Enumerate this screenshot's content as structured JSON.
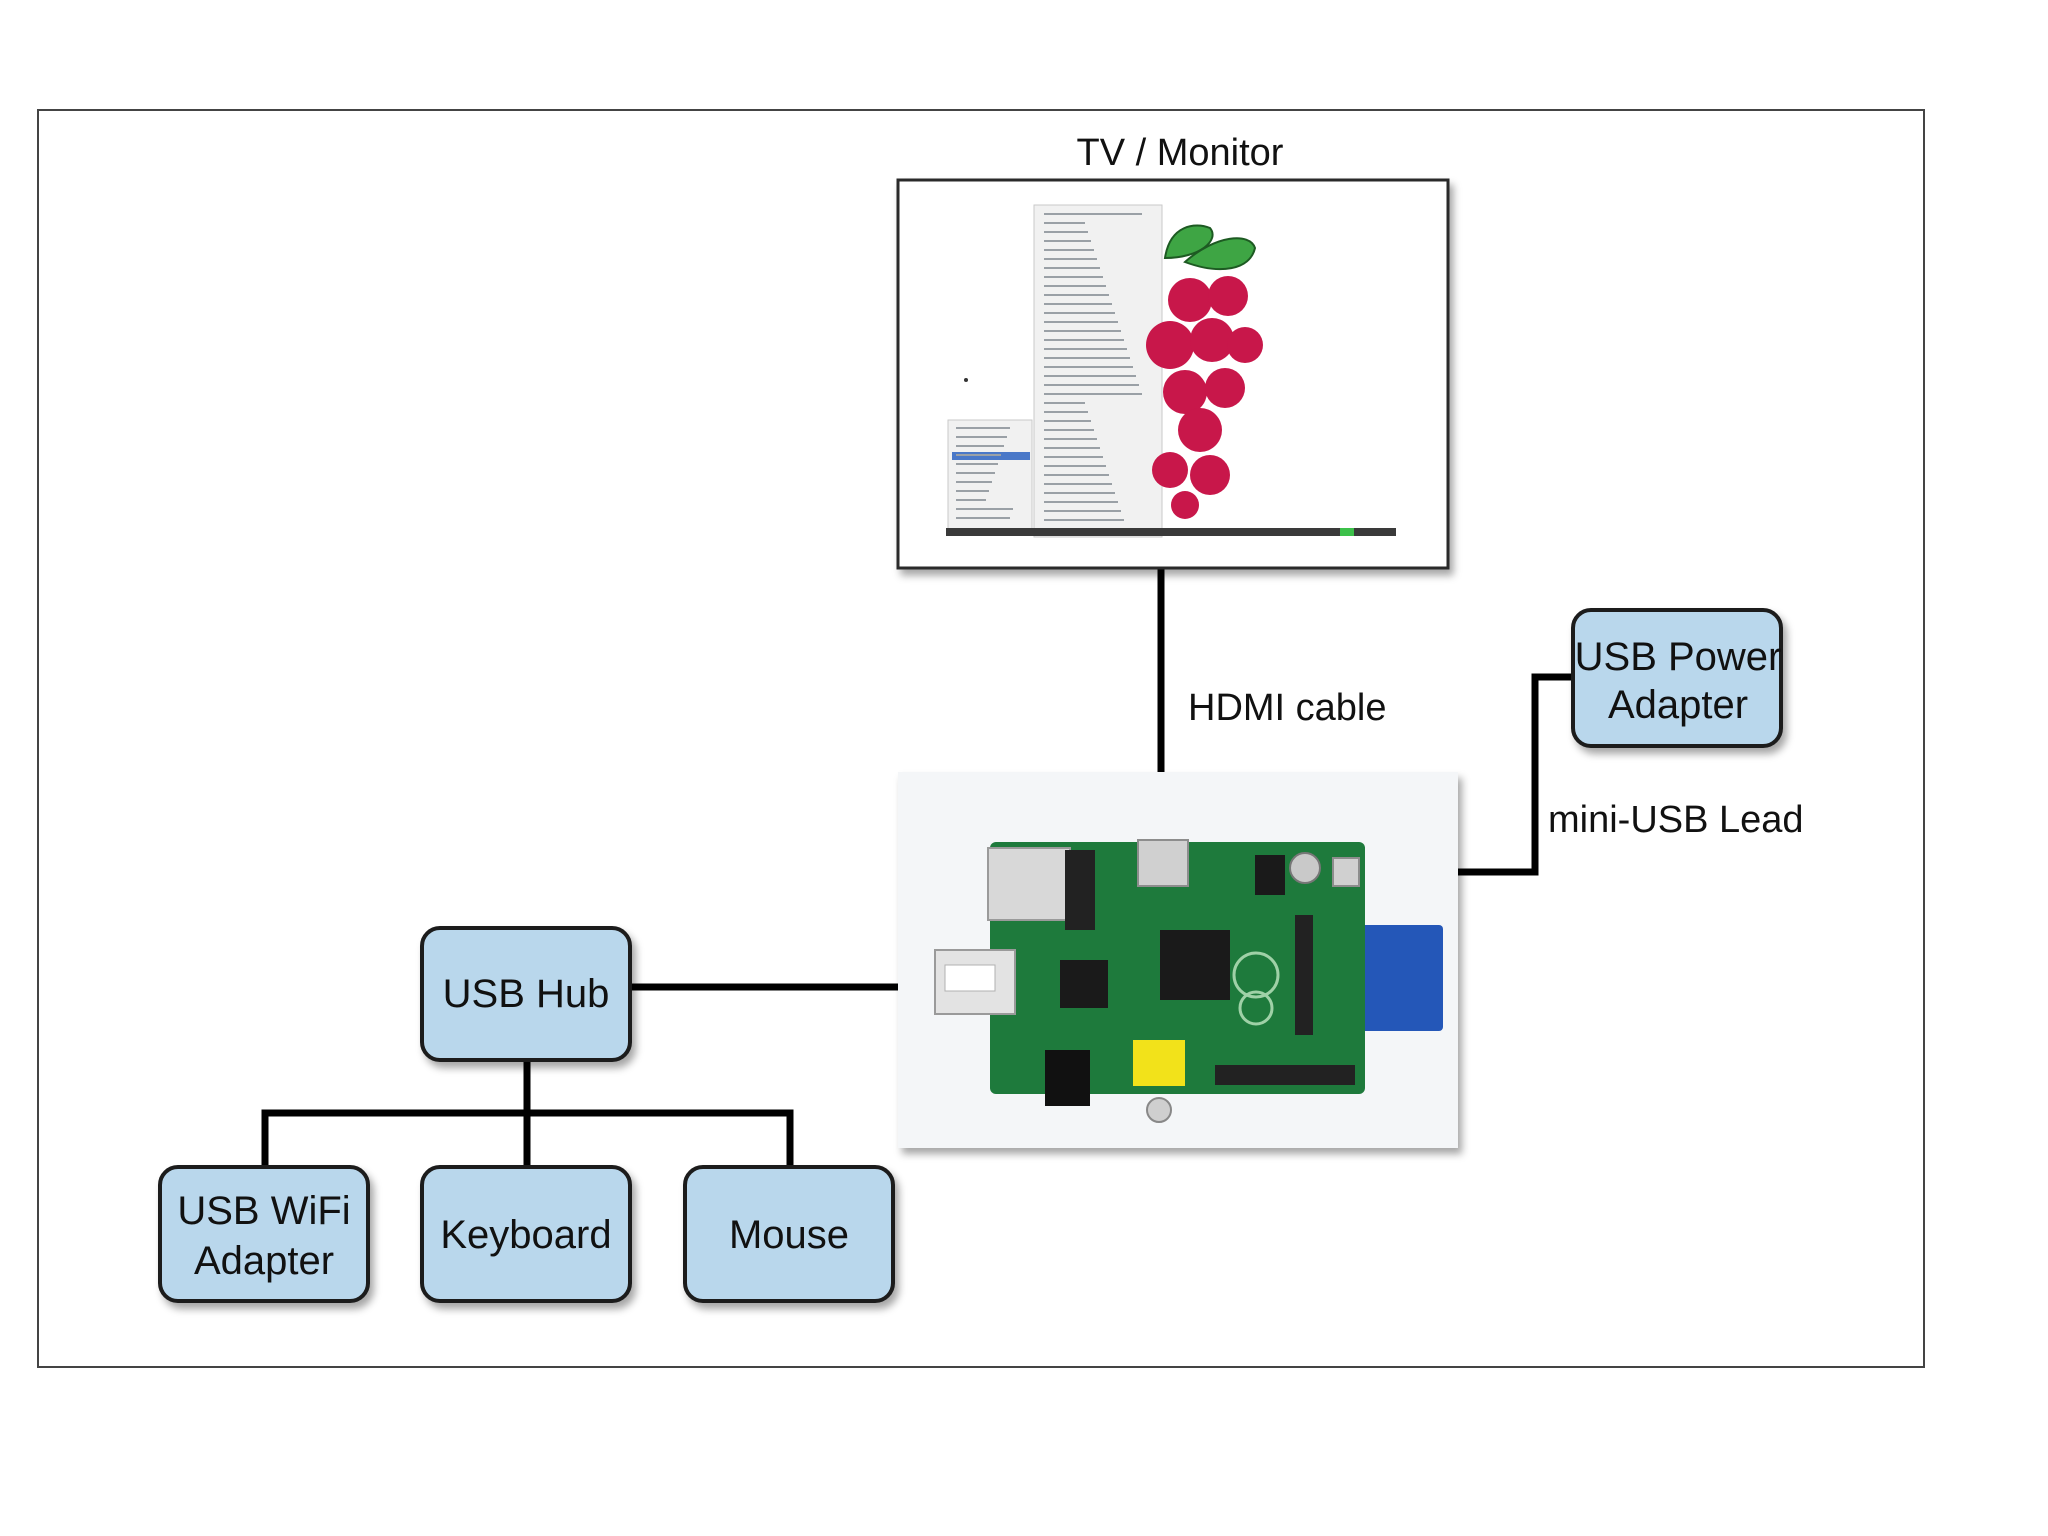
{
  "labels": {
    "monitor": "TV / Monitor",
    "hdmi": "HDMI cable",
    "mini_usb": "mini-USB Lead"
  },
  "nodes": {
    "usb_power": {
      "line1": "USB  Power",
      "line2": "Adapter"
    },
    "usb_hub": {
      "line1": "USB Hub"
    },
    "usb_wifi": {
      "line1": "USB WiFi",
      "line2": "Adapter"
    },
    "keyboard": {
      "line1": "Keyboard"
    },
    "mouse": {
      "line1": "Mouse"
    }
  },
  "colors": {
    "box_fill": "#b9d7ec",
    "box_stroke": "#1a1a1a",
    "connector": "#000000",
    "frame": "#444444",
    "pcb": "#1e7a3c",
    "raspberry": "#c8174a",
    "leaf": "#3ea544",
    "sd_card": "#2457b8",
    "rca": "#f2e21a"
  },
  "icons": [
    "raspberry-logo-icon",
    "raspberry-pi-board-icon"
  ]
}
